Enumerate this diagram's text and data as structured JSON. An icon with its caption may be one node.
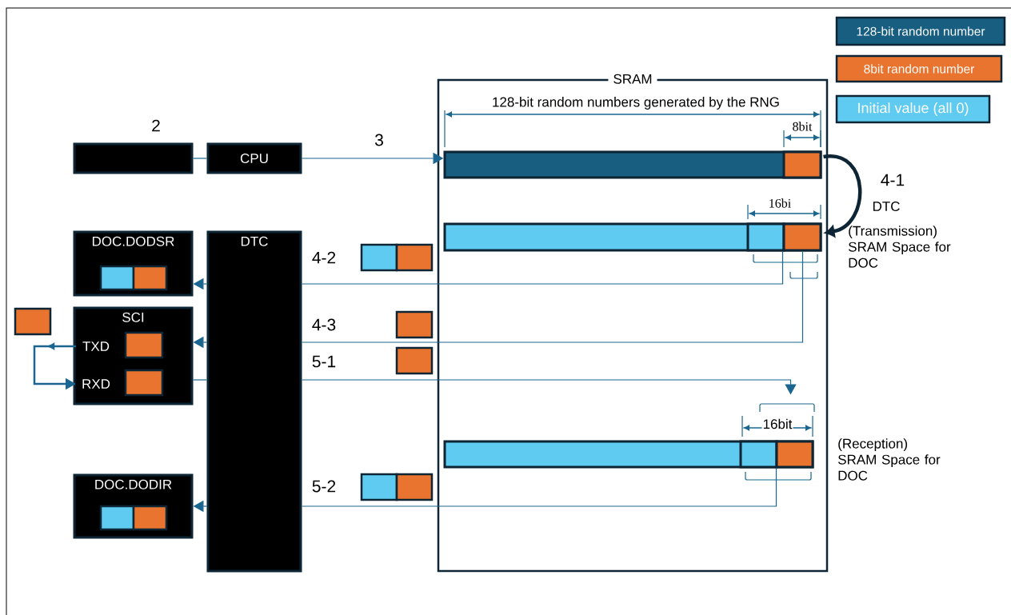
{
  "diagram": {
    "nodes": [
      {
        "text": [],
        "shape": "box"
      },
      {
        "text": [
          "CPU"
        ]
      },
      {
        "text": [
          "SRAM"
        ]
      },
      {
        "text": [],
        "shape": "bar",
        "in": 2
      },
      {
        "text": [],
        "shape": "bar",
        "in": 2,
        "beside": [
          "(Transmission) SRAM Space for DOC"
        ]
      },
      {
        "text": [],
        "shape": "bar",
        "in": 2,
        "beside": [
          "(Reception) SRAM Space for DOC"
        ]
      },
      {
        "text": [
          "DOC.DODSR"
        ]
      },
      {
        "text": [
          "DTC"
        ]
      },
      {
        "text": [
          "SCI"
        ]
      },
      {
        "text": [
          "TXD"
        ],
        "in": 8
      },
      {
        "text": [
          "RXD"
        ],
        "in": 8
      },
      {
        "text": [
          "DOC.DODIR"
        ]
      }
    ],
    "edges": [
      {
        "from": 0,
        "to": 1,
        "arrow": "none"
      },
      {
        "from": 1,
        "to": 3,
        "arrow": "to",
        "label": "3"
      },
      {
        "from": 3,
        "to": 4,
        "arrow": "to",
        "label": "4-1",
        "style": "thick",
        "color": "#0d2535"
      },
      {
        "from": 4,
        "to": 7,
        "arrow": "none",
        "label": "4-2"
      },
      {
        "from": 7,
        "to": 6,
        "arrow": "to"
      },
      {
        "from": 4,
        "to": 7,
        "arrow": "none",
        "label": "4-3"
      },
      {
        "from": 7,
        "to": 8,
        "arrow": "to"
      },
      {
        "from": 8,
        "to": 7,
        "arrow": "none"
      },
      {
        "from": 7,
        "to": 5,
        "arrow": "to",
        "label": "5-1"
      },
      {
        "from": 5,
        "to": 7,
        "arrow": "none",
        "label": "5-2"
      },
      {
        "from": 7,
        "to": 11,
        "arrow": "to"
      },
      {
        "from": 9,
        "to": 10,
        "arrow": "to"
      }
    ],
    "labels": [
      "2",
      "128-bit random numbers generated by the RNG",
      "8bit",
      "16bi",
      "DTC",
      "16bit"
    ],
    "legend": [
      {
        "text": "128-bit random number",
        "color": "#175e80"
      },
      {
        "text": "8bit random number",
        "color": "#e8742f"
      },
      {
        "text": "Initial value (all 0)",
        "color": "#5fcbf1"
      }
    ]
  }
}
